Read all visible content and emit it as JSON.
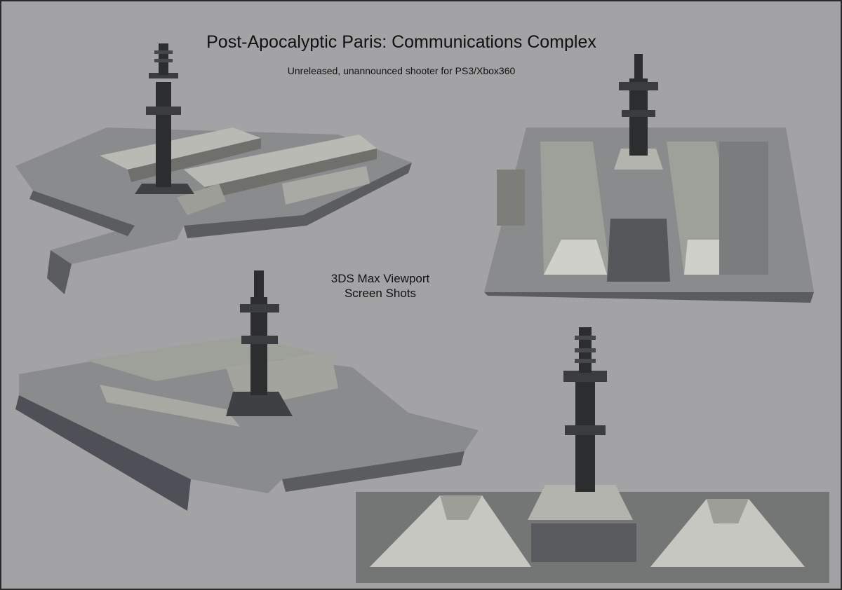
{
  "header": {
    "title": "Post-Apocalyptic Paris: Communications Complex",
    "subtitle": "Unreleased, unannounced shooter for PS3/Xbox360"
  },
  "caption": {
    "line1": "3DS Max Viewport",
    "line2": "Screen Shots"
  },
  "colors": {
    "background": "#a3a3a5",
    "slab_top": "#8a8b8d",
    "slab_side": "#5b5c5f",
    "roof_light": "#b9bab4",
    "roof_dark": "#6f706c",
    "tower": "#2b2d2f"
  }
}
